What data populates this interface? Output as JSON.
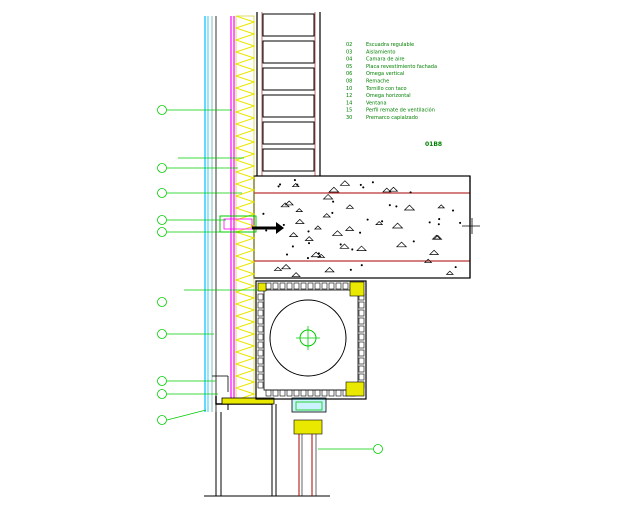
{
  "drawing": {
    "code_label": "01B8",
    "legend": [
      {
        "num": "02",
        "text": "Escuadra regulable"
      },
      {
        "num": "03",
        "text": "Aislamiento"
      },
      {
        "num": "04",
        "text": "Camara de aire"
      },
      {
        "num": "05",
        "text": "Placa revestimiento fachada"
      },
      {
        "num": "06",
        "text": "Omega vertical"
      },
      {
        "num": "08",
        "text": "Remache"
      },
      {
        "num": "10",
        "text": "Tornillo con taco"
      },
      {
        "num": "12",
        "text": "Omega horizontal"
      },
      {
        "num": "14",
        "text": "Ventana"
      },
      {
        "num": "15",
        "text": "Perfil remate de ventilación"
      },
      {
        "num": "30",
        "text": "Premarco capialzado"
      }
    ],
    "colors": {
      "brick": "#8b0000",
      "insulation": "#f5ff00",
      "concrete": "#000000",
      "leader": "#00cc00",
      "cladding": "#00bfff",
      "frame": "#ff00ff",
      "window": "#aa0000"
    },
    "callout_count": 11
  }
}
